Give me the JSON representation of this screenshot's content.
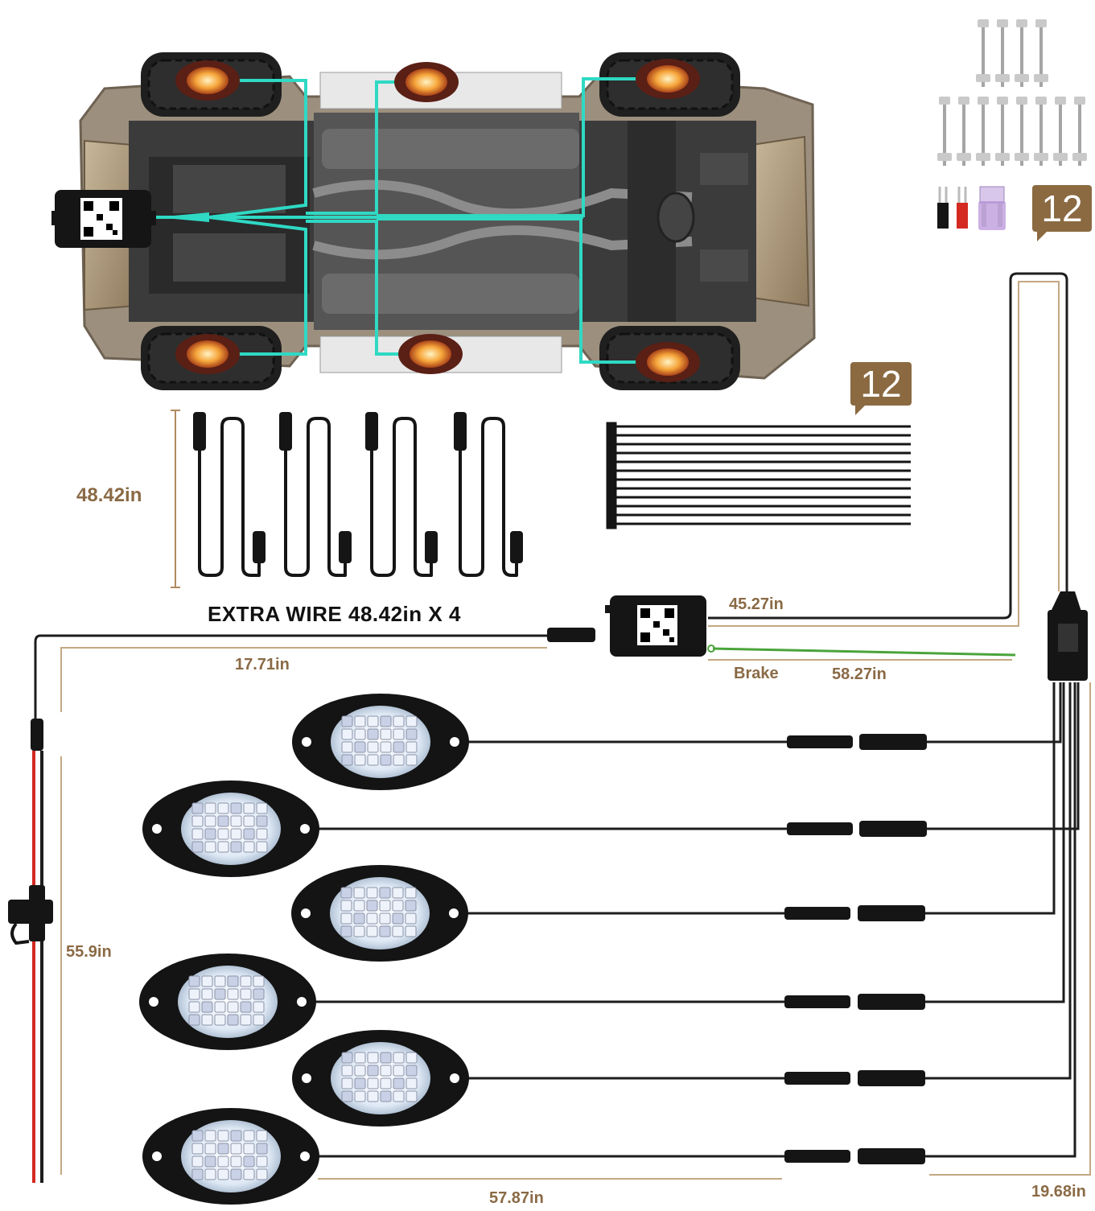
{
  "labels": {
    "extra_wire_length": "48.42in",
    "extra_wire_title": "EXTRA WIRE 48.42in X 4",
    "controller_to_hub": "45.27in",
    "power_to_controller": "17.71in",
    "brake_label": "Brake",
    "brake_length": "58.27in",
    "power_cable_length": "55.9in",
    "pod_wire_length": "57.87in",
    "hub_lead_length": "19.68in"
  },
  "badges": {
    "hardware_count": "12",
    "zip_tie_count": "12"
  },
  "colors": {
    "accent": "#8b6a42",
    "wire_highlight": "#2fd9c4",
    "led_glow": "#f6a53a",
    "pod_body": "#141414",
    "wire": "#1d1d1d",
    "power_red": "#d42a22",
    "brake_green": "#4aa43a"
  },
  "icons": [
    "truck-underside-illustration",
    "controller-box-icon",
    "qr-code-icon",
    "hex-key-icon",
    "bolt-icon",
    "spade-terminal-icon",
    "fuse-icon",
    "zip-tie-icon",
    "led-pod-icon",
    "wire-connector-icon",
    "splitter-hub-icon",
    "fuse-holder-icon"
  ]
}
